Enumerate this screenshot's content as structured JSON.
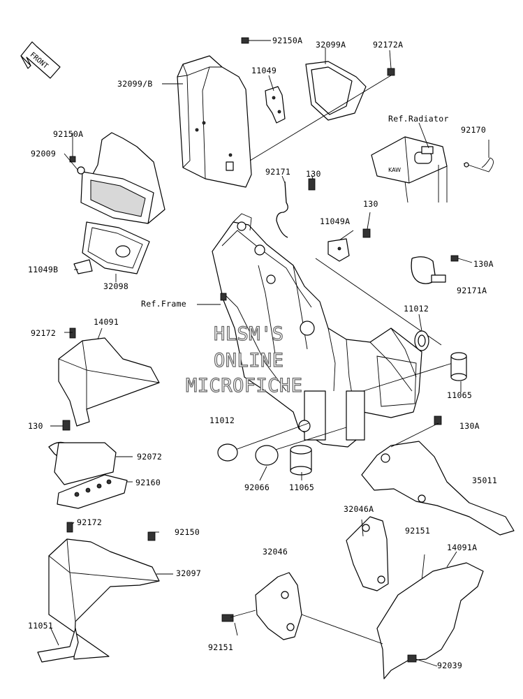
{
  "front_arrow": {
    "label": "FRONT"
  },
  "watermark": {
    "line1": "HLSM'S",
    "line2": "ONLINE",
    "line3": "MICROFICHE"
  },
  "labels": {
    "l92150A_top": "92150A",
    "l32099A": "32099A",
    "l92172A": "92172A",
    "l11049": "11049",
    "l32099B": "32099/B",
    "l92150A_left": "92150A",
    "l92009": "92009",
    "l11049B": "11049B",
    "l32098": "32098",
    "lRefRadiator": "Ref.Radiator",
    "l92170": "92170",
    "l92171": "92171",
    "l130_a": "130",
    "l130_b": "130",
    "l11049A": "11049A",
    "l130A_a": "130A",
    "l92171A": "92171A",
    "lRefFrame": "Ref.Frame",
    "l11012_a": "11012",
    "l92172_a": "92172",
    "l14091": "14091",
    "l11065_a": "11065",
    "l130_c": "130",
    "l130A_b": "130A",
    "l92072": "92072",
    "l11012_b": "11012",
    "l35011": "35011",
    "l92160": "92160",
    "l92066": "92066",
    "l11065_b": "11065",
    "l32046A": "32046A",
    "l92172_b": "92172",
    "l92150": "92150",
    "l92151_a": "92151",
    "l32097": "32097",
    "l32046": "32046",
    "l14091A": "14091A",
    "l11051": "11051",
    "l92151_b": "92151",
    "l92039": "92039"
  }
}
